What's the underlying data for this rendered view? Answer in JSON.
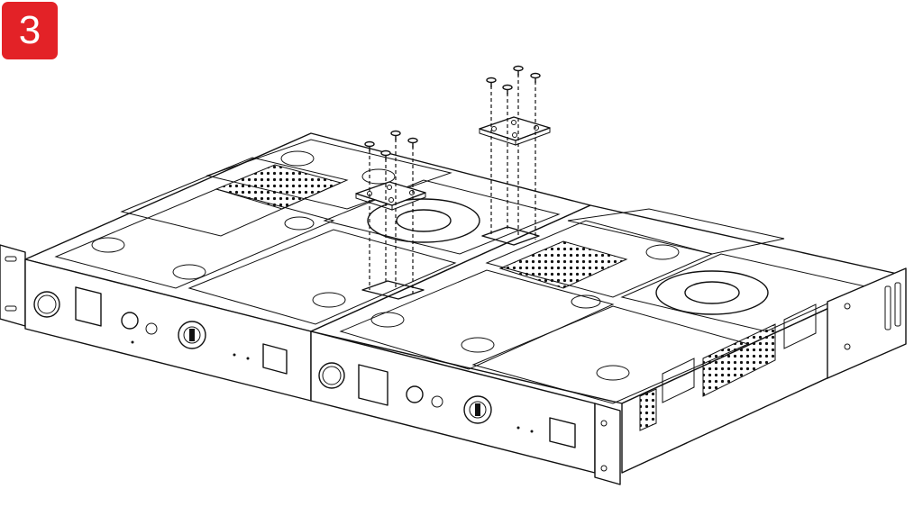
{
  "step": {
    "number": "3",
    "badge_color": "#e32227"
  },
  "colors": {
    "line": "#111111",
    "background": "#ffffff"
  },
  "illustration": {
    "units": 2,
    "joining_plates": 2,
    "screws_per_plate": 4
  }
}
